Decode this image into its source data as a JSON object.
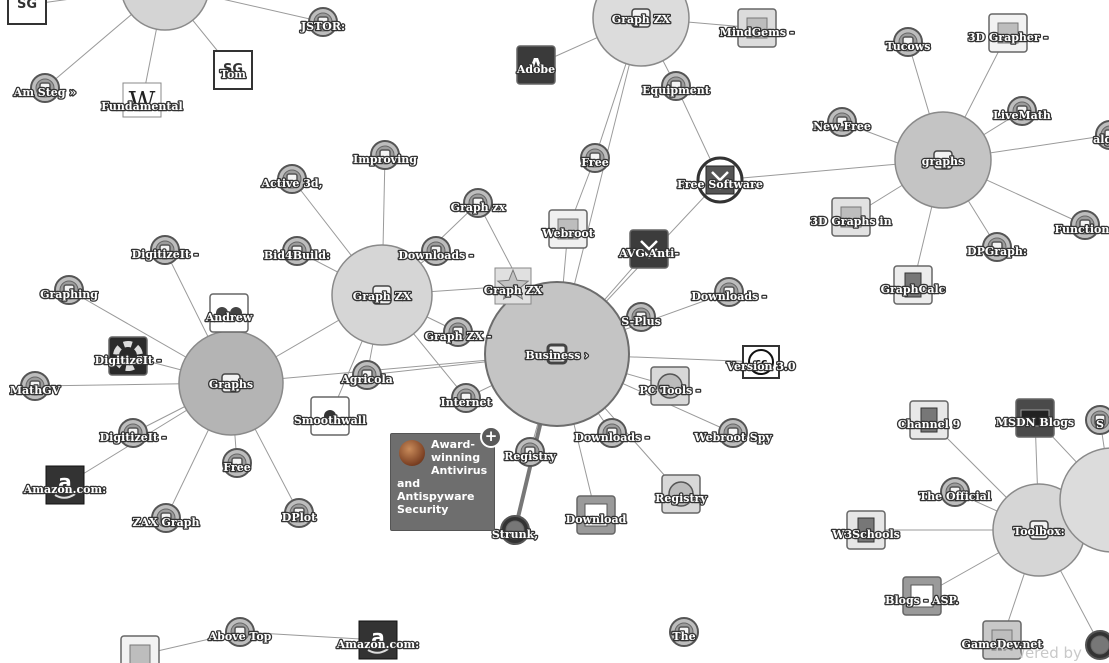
{
  "nodes": [
    {
      "id": "graphzx_top",
      "label": "Graph ZX",
      "hub": true,
      "r": 48,
      "fill": "#dcdcdc"
    },
    {
      "id": "graphs_left",
      "label": "Graphs",
      "hub": true,
      "r": 52,
      "fill": "#b4b4b4"
    },
    {
      "id": "graphzx_mid",
      "label": "Graph ZX",
      "hub": true,
      "r": 50,
      "fill": "#d6d6d6"
    },
    {
      "id": "business",
      "label": "Business ›",
      "hub": true,
      "r": 72,
      "fill": "#c4c4c4",
      "selected": true
    },
    {
      "id": "graphs_right",
      "label": "graphs",
      "hub": true,
      "r": 48,
      "fill": "#c4c4c4"
    },
    {
      "id": "toolbox",
      "label": "Toolbox:",
      "hub": true,
      "r": 46,
      "fill": "#d6d6d6"
    },
    {
      "id": "top_left_hub",
      "label": "",
      "hub": true,
      "r": 44,
      "fill": "#d4d4d4"
    },
    {
      "id": "right_hub",
      "label": "",
      "hub": true,
      "r": 52,
      "fill": "#dcdcdc"
    },
    {
      "id": "sg_top",
      "label": "",
      "icon": "sg-logo-icon"
    },
    {
      "id": "jstor",
      "label": "JSTOR:",
      "icon": "globe-icon"
    },
    {
      "id": "am_steg",
      "label": "Am Steg »",
      "icon": "globe-icon"
    },
    {
      "id": "fundamental",
      "label": "Fundamental",
      "icon": "wikipedia-icon"
    },
    {
      "id": "tom",
      "label": "Tom",
      "icon": "sg-logo-icon"
    },
    {
      "id": "adobe",
      "label": "Adobe",
      "icon": "adobe-icon"
    },
    {
      "id": "mindgems",
      "label": "MindGems -",
      "icon": "mindgems-icon"
    },
    {
      "id": "equipment",
      "label": "Equipment",
      "icon": "globe-icon"
    },
    {
      "id": "free_top",
      "label": "Free",
      "icon": "globe-icon"
    },
    {
      "id": "free_software",
      "label": "Free Software",
      "icon": "download-arrow-icon"
    },
    {
      "id": "tucows",
      "label": "Tucows",
      "icon": "globe-icon"
    },
    {
      "id": "grapher3d",
      "label": "3D Grapher -",
      "icon": "grapher-icon"
    },
    {
      "id": "new_free",
      "label": "New Free",
      "icon": "globe-icon"
    },
    {
      "id": "livemath",
      "label": "LiveMath",
      "icon": "globe-icon"
    },
    {
      "id": "algebra",
      "label": "algeb",
      "icon": "globe-icon"
    },
    {
      "id": "graphs3d",
      "label": "3D Graphs in",
      "icon": "chart-thumb-icon"
    },
    {
      "id": "dpgraph",
      "label": "DPGraph:",
      "icon": "globe-icon"
    },
    {
      "id": "functions",
      "label": "Functions",
      "icon": "globe-icon"
    },
    {
      "id": "graphcalc",
      "label": "GraphCalc",
      "icon": "calculator-icon"
    },
    {
      "id": "improving",
      "label": "Improving",
      "icon": "globe-icon"
    },
    {
      "id": "active3d",
      "label": "Active 3d,",
      "icon": "globe-icon"
    },
    {
      "id": "graphzx_small",
      "label": "Graph zx",
      "icon": "globe-icon"
    },
    {
      "id": "downloads_mid",
      "label": "Downloads -",
      "icon": "globe-icon"
    },
    {
      "id": "bid4build",
      "label": "Bid4Build:",
      "icon": "globe-icon"
    },
    {
      "id": "webroot",
      "label": "Webroot",
      "icon": "webroot-icon"
    },
    {
      "id": "avg",
      "label": "AVG Anti-",
      "icon": "avg-icon"
    },
    {
      "id": "graphzx_star",
      "label": "Graph ZX",
      "icon": "star-icon"
    },
    {
      "id": "graphzx_dash",
      "label": "Graph ZX -",
      "icon": "globe-icon"
    },
    {
      "id": "splus",
      "label": "S-Plus",
      "icon": "globe-icon"
    },
    {
      "id": "downloads_right",
      "label": "Downloads -",
      "icon": "globe-icon"
    },
    {
      "id": "version30",
      "label": "Version 3.0",
      "icon": "cc-icon"
    },
    {
      "id": "pctools",
      "label": "PC Tools -",
      "icon": "pc-icon"
    },
    {
      "id": "webroot_spy",
      "label": "Webroot Spy",
      "icon": "globe-icon"
    },
    {
      "id": "downloads_low",
      "label": "Downloads -",
      "icon": "globe-icon"
    },
    {
      "id": "registry_mid",
      "label": "Registry",
      "icon": "globe-icon"
    },
    {
      "id": "registry_right",
      "label": "Registry",
      "icon": "pc-icon"
    },
    {
      "id": "download",
      "label": "Download",
      "icon": "download-s-icon"
    },
    {
      "id": "strunk",
      "label": "Strunk,",
      "icon": "globe-dark-icon"
    },
    {
      "id": "internet",
      "label": "Internet",
      "icon": "globe-icon"
    },
    {
      "id": "agricola",
      "label": "Agricola",
      "icon": "globe-icon"
    },
    {
      "id": "smoothwall",
      "label": "Smoothwall",
      "icon": "bug-icon"
    },
    {
      "id": "andrew",
      "label": "Andrew",
      "icon": "flickr-icon"
    },
    {
      "id": "digitizeit1",
      "label": "DigitizeIt -",
      "icon": "globe-icon"
    },
    {
      "id": "graphing",
      "label": "Graphing",
      "icon": "globe-icon"
    },
    {
      "id": "digitizeit2",
      "label": "DigitizeIt -",
      "icon": "lifebuoy-icon"
    },
    {
      "id": "mathgv",
      "label": "MathGV",
      "icon": "globe-icon"
    },
    {
      "id": "digitizeit3",
      "label": "DigitizeIt -",
      "icon": "globe-icon"
    },
    {
      "id": "free_left",
      "label": "Free",
      "icon": "globe-icon"
    },
    {
      "id": "amazon1",
      "label": "Amazon.com:",
      "icon": "amazon-icon"
    },
    {
      "id": "zax_graph",
      "label": "ZAX Graph",
      "icon": "globe-icon"
    },
    {
      "id": "dplot",
      "label": "DPlot",
      "icon": "globe-icon"
    },
    {
      "id": "above_top",
      "label": "Above Top",
      "icon": "globe-icon"
    },
    {
      "id": "amazon2",
      "label": "Amazon.com:",
      "icon": "amazon-icon"
    },
    {
      "id": "the",
      "label": "The",
      "icon": "globe-icon"
    },
    {
      "id": "bottom_left",
      "label": "",
      "icon": "grapher-icon"
    },
    {
      "id": "channel9",
      "label": "Channel 9",
      "icon": "channel9-icon"
    },
    {
      "id": "msdn",
      "label": "MSDN Blogs",
      "icon": "msdn-icon"
    },
    {
      "id": "s_right",
      "label": "S",
      "icon": "globe-icon"
    },
    {
      "id": "the_official",
      "label": "The Official",
      "icon": "globe-icon"
    },
    {
      "id": "w3schools",
      "label": "W3Schools",
      "icon": "w3schools-icon"
    },
    {
      "id": "blogs_asp",
      "label": "Blogs - ASP.",
      "icon": "asp-icon"
    },
    {
      "id": "gamedev",
      "label": "GameDev.net",
      "icon": "gamedev-icon"
    },
    {
      "id": "bottom_right",
      "label": "",
      "icon": "globe-dark-icon"
    }
  ],
  "edges": [
    [
      "top_left_hub",
      "sg_top"
    ],
    [
      "top_left_hub",
      "am_steg"
    ],
    [
      "top_left_hub",
      "tom"
    ],
    [
      "top_left_hub",
      "fundamental"
    ],
    [
      "top_left_hub",
      "jstor"
    ],
    [
      "graphzx_top",
      "adobe"
    ],
    [
      "graphzx_top",
      "mindgems"
    ],
    [
      "graphzx_top",
      "equipment"
    ],
    [
      "graphzx_top",
      "free_top"
    ],
    [
      "graphzx_top",
      "business"
    ],
    [
      "equipment",
      "free_software"
    ],
    [
      "free_top",
      "webroot"
    ],
    [
      "free_software",
      "graphs_right"
    ],
    [
      "free_software",
      "business"
    ],
    [
      "graphs_right",
      "tucows"
    ],
    [
      "graphs_right",
      "grapher3d"
    ],
    [
      "graphs_right",
      "new_free"
    ],
    [
      "graphs_right",
      "livemath"
    ],
    [
      "graphs_right",
      "algebra"
    ],
    [
      "graphs_right",
      "graphs3d"
    ],
    [
      "graphs_right",
      "dpgraph"
    ],
    [
      "graphs_right",
      "functions"
    ],
    [
      "graphs_right",
      "graphcalc"
    ],
    [
      "graphzx_mid",
      "improving"
    ],
    [
      "graphzx_mid",
      "active3d"
    ],
    [
      "graphzx_mid",
      "graphzx_small"
    ],
    [
      "graphzx_mid",
      "downloads_mid"
    ],
    [
      "graphzx_mid",
      "bid4build"
    ],
    [
      "graphzx_mid",
      "graphzx_star"
    ],
    [
      "graphzx_mid",
      "graphzx_dash"
    ],
    [
      "graphzx_mid",
      "smoothwall"
    ],
    [
      "graphzx_mid",
      "graphs_left"
    ],
    [
      "graphzx_mid",
      "internet"
    ],
    [
      "graphzx_mid",
      "agricola"
    ],
    [
      "business",
      "webroot"
    ],
    [
      "business",
      "avg"
    ],
    [
      "business",
      "graphzx_star"
    ],
    [
      "business",
      "graphzx_dash"
    ],
    [
      "business",
      "splus"
    ],
    [
      "business",
      "downloads_right"
    ],
    [
      "business",
      "version30"
    ],
    [
      "business",
      "pctools"
    ],
    [
      "business",
      "webroot_spy"
    ],
    [
      "business",
      "downloads_low"
    ],
    [
      "business",
      "registry_mid"
    ],
    [
      "business",
      "download"
    ],
    [
      "business",
      "strunk"
    ],
    [
      "business",
      "internet"
    ],
    [
      "business",
      "agricola"
    ],
    [
      "business",
      "graphzx_small"
    ],
    [
      "business",
      "graphs_left"
    ],
    [
      "business",
      "registry_right"
    ],
    [
      "graphs_left",
      "andrew"
    ],
    [
      "graphs_left",
      "digitizeit1"
    ],
    [
      "graphs_left",
      "graphing"
    ],
    [
      "graphs_left",
      "digitizeit2"
    ],
    [
      "graphs_left",
      "mathgv"
    ],
    [
      "graphs_left",
      "digitizeit3"
    ],
    [
      "graphs_left",
      "free_left"
    ],
    [
      "graphs_left",
      "amazon1"
    ],
    [
      "graphs_left",
      "zax_graph"
    ],
    [
      "graphs_left",
      "dplot"
    ],
    [
      "above_top",
      "bottom_left"
    ],
    [
      "amazon2",
      "above_top"
    ],
    [
      "toolbox",
      "the_official"
    ],
    [
      "toolbox",
      "w3schools"
    ],
    [
      "toolbox",
      "blogs_asp"
    ],
    [
      "toolbox",
      "gamedev"
    ],
    [
      "toolbox",
      "channel9"
    ],
    [
      "toolbox",
      "msdn"
    ],
    [
      "toolbox",
      "right_hub"
    ],
    [
      "toolbox",
      "bottom_right"
    ],
    [
      "right_hub",
      "s_right"
    ],
    [
      "right_hub",
      "msdn"
    ]
  ],
  "tooltip": {
    "line1": "Award-",
    "line2": "winning",
    "line3": "Antivirus",
    "line4": "and",
    "line5": "Antispyware",
    "line6": "Security",
    "plus": "+"
  },
  "powered_by": "Powered by",
  "colors": {
    "edge": "#9a9a9a",
    "edge_selected": "#777777",
    "label": "#ffffff",
    "label_stroke": "#333333",
    "node_ring": "#555555"
  }
}
